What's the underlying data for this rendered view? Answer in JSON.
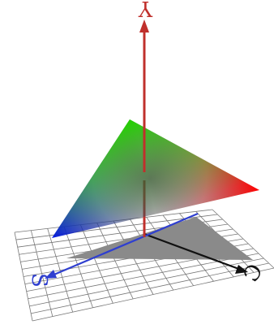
{
  "axes": {
    "y": {
      "letter": "Y",
      "color": "#c0302c"
    },
    "x": {
      "letter": "C",
      "color": "#111111"
    },
    "z": {
      "letter": "S",
      "color": "#2f3fd0"
    }
  },
  "triangle": {
    "vertex_colors": {
      "top": "#22cc00",
      "right": "#ff0000",
      "left": "#0000ff"
    }
  },
  "shadow_color": "#8a8a8a",
  "grid_color": "#777777"
}
